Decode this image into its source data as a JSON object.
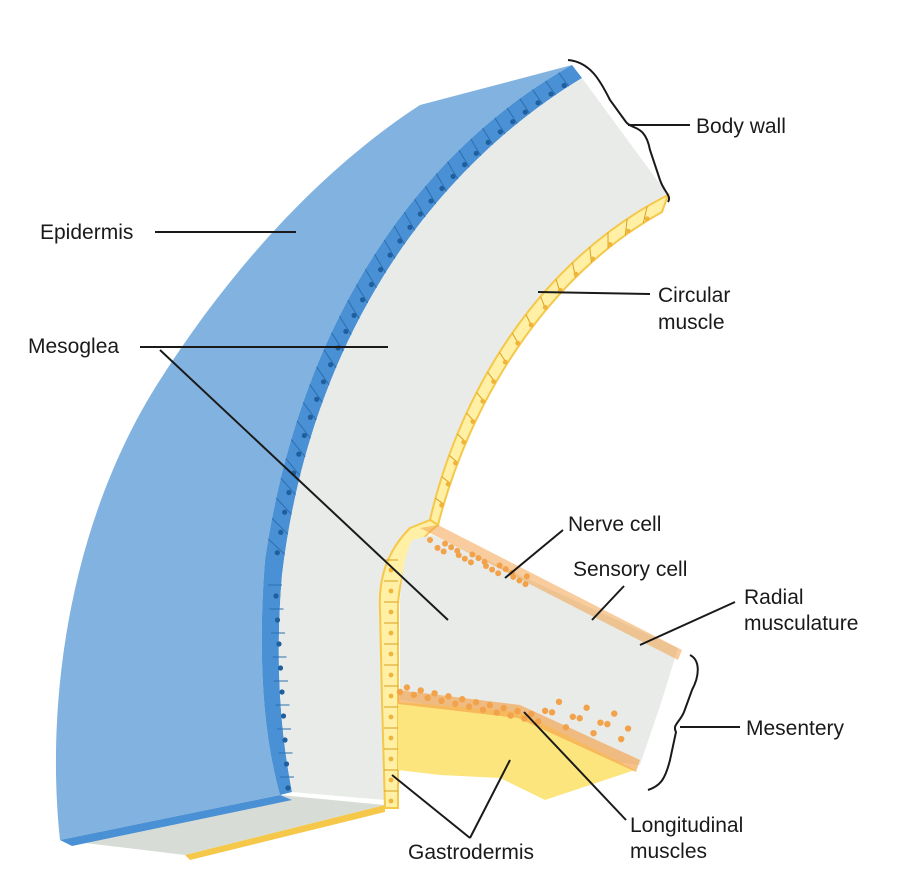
{
  "labels": {
    "body_wall": "Body wall",
    "epidermis": "Epidermis",
    "circular_muscle_line1": "Circular",
    "circular_muscle_line2": "muscle",
    "mesoglea": "Mesoglea",
    "nerve_cell": "Nerve cell",
    "sensory_cell": "Sensory cell",
    "radial_line1": "Radial",
    "radial_line2": "musculature",
    "mesentery": "Mesentery",
    "gastrodermis": "Gastrodermis",
    "longitudinal_line1": "Longitudinal",
    "longitudinal_line2": "muscles"
  },
  "colors": {
    "epidermis_outer": "#82b3e0",
    "epidermis_cells": "#4a90d4",
    "mesoglea": "#e9ebe8",
    "gastrodermis": "#fff0a6",
    "gastrodermis_edge": "#f5c84a",
    "yellow_fill": "#fde57d",
    "muscle_orange": "#f2a24a"
  }
}
